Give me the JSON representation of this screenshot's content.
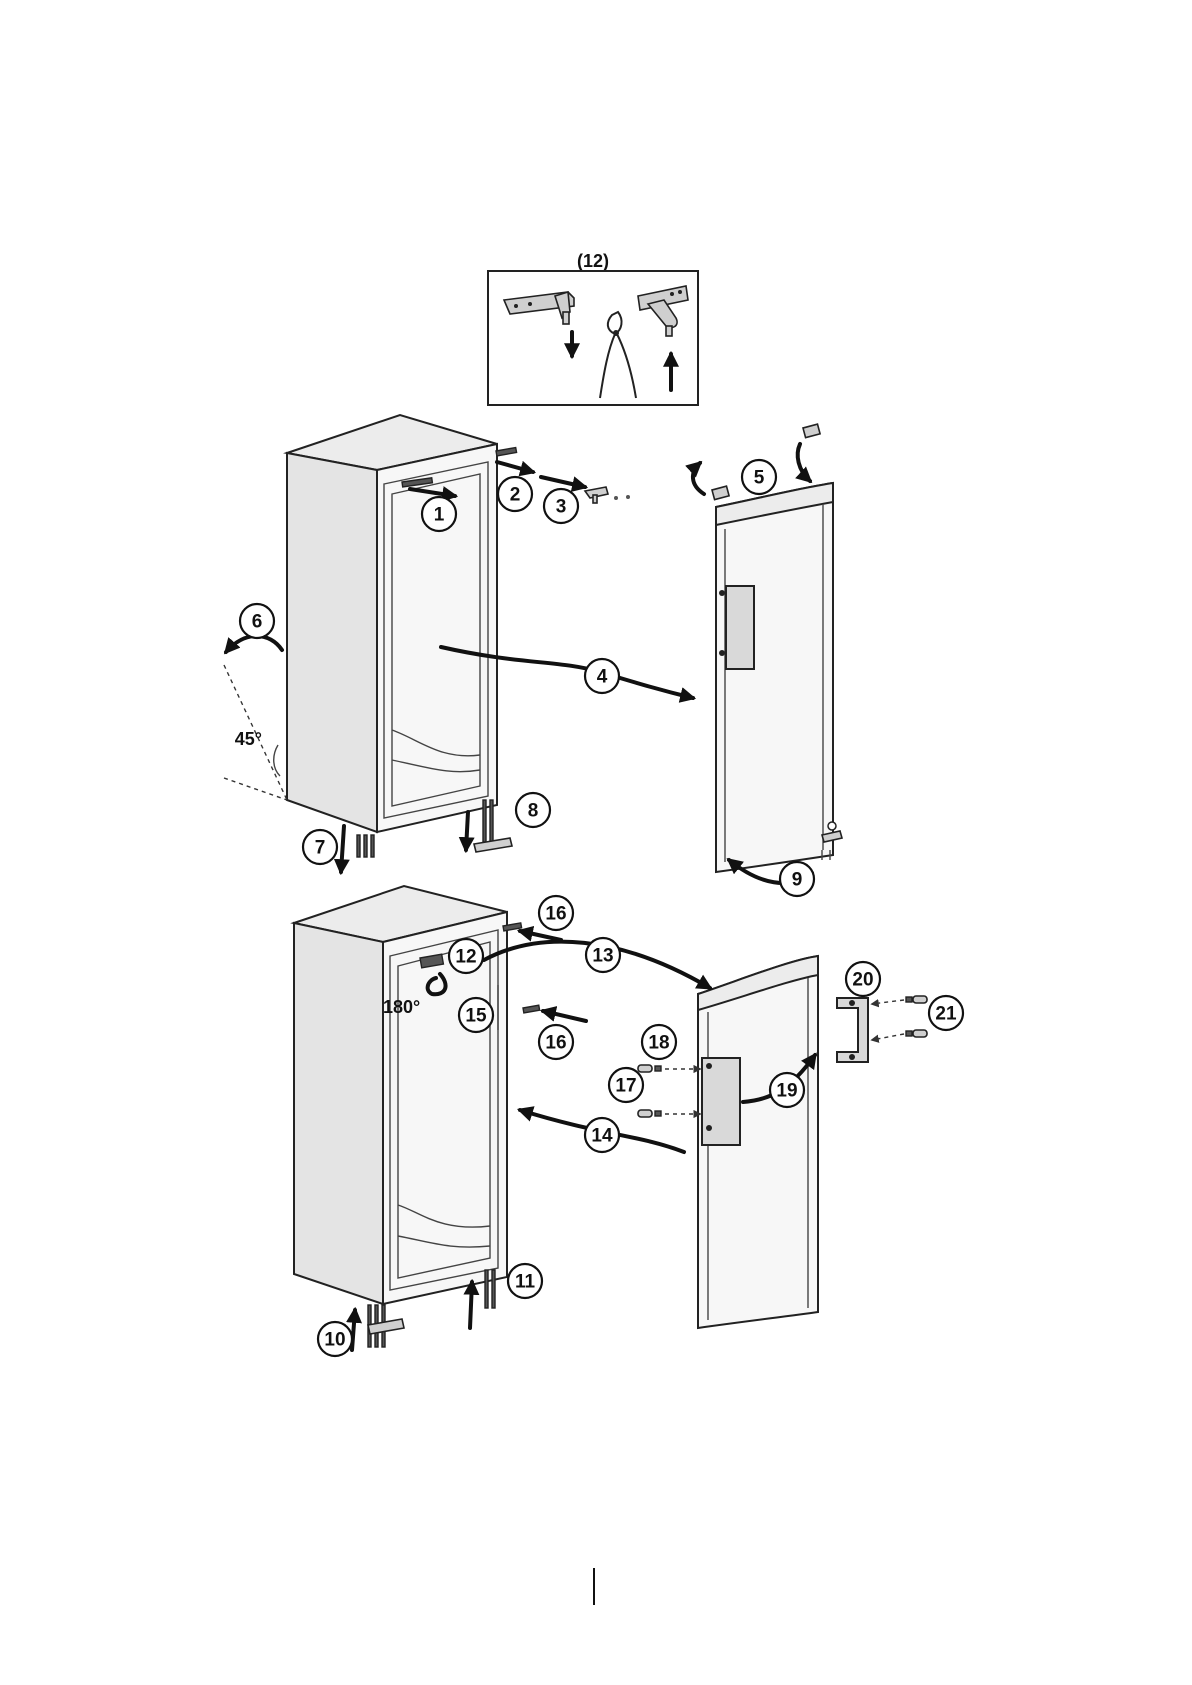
{
  "inset": {
    "label": "(12)"
  },
  "angle_labels": {
    "tilt": "45°",
    "rotate": "180°"
  },
  "callouts": [
    "1",
    "2",
    "3",
    "4",
    "5",
    "6",
    "7",
    "8",
    "9",
    "10",
    "11",
    "12",
    "13",
    "14",
    "15",
    "16",
    "16",
    "17",
    "18",
    "19",
    "20",
    "21"
  ],
  "footer": {
    "page_number": ""
  }
}
